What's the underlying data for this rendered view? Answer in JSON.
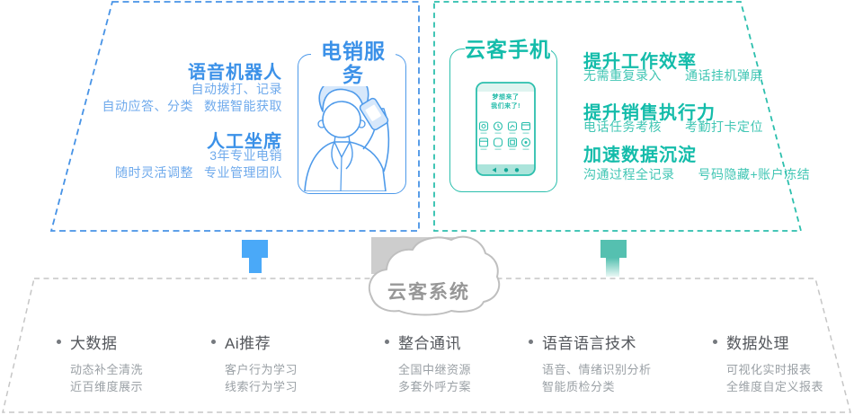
{
  "colors": {
    "blue_border": "#4793E6",
    "blue_heading": "#3B91E8",
    "blue_subtext": "#6FAAEC",
    "blue_connector": "#4AA9F8",
    "teal_border": "#2CBFAD",
    "teal_heading": "#14BCAA",
    "teal_subtext": "#41C6B4",
    "teal_connector": "#55C0B0",
    "gray_border": "#C6C6C6",
    "gray_heading": "#54575C",
    "gray_subtext": "#9BA1A6",
    "cloud_text": "#979797"
  },
  "left_panel": {
    "title": "电销服务",
    "robot": {
      "heading": "语音机器人",
      "line1": "自动拨打、记录",
      "line2a": "自动应答、分类",
      "line2b": "数据智能获取"
    },
    "agent": {
      "heading": "人工坐席",
      "line1": "3年专业电销",
      "line2a": "随时灵活调整",
      "line2b": "专业管理团队"
    }
  },
  "right_panel": {
    "title": "云客手机",
    "phone": {
      "slogan_line1": "梦想来了",
      "slogan_line2": "我们来了!"
    },
    "sections": [
      {
        "heading": "提升工作效率",
        "item1": "无需重复录入",
        "item2": "通话挂机弹屏"
      },
      {
        "heading": "提升销售执行力",
        "item1": "电话任务考核",
        "item2": "考勤打卡定位"
      },
      {
        "heading": "加速数据沉淀",
        "item1": "沟通过程全记录",
        "item2": "号码隐藏+账户冻结"
      }
    ]
  },
  "cloud": {
    "label": "云客系统"
  },
  "bottom_panel": {
    "columns": [
      {
        "heading": "大数据",
        "lines": [
          "动态补全清洗",
          "近百维度展示"
        ]
      },
      {
        "heading": "Ai推荐",
        "lines": [
          "客户行为学习",
          "线索行为学习"
        ]
      },
      {
        "heading": "整合通讯",
        "lines": [
          "全国中继资源",
          "多套外呼方案"
        ]
      },
      {
        "heading": "语音语言技术",
        "lines": [
          "语音、情绪识别分析",
          "智能质检分类"
        ]
      },
      {
        "heading": "数据处理",
        "lines": [
          "可视化实时报表",
          "全维度自定义报表"
        ]
      }
    ]
  }
}
